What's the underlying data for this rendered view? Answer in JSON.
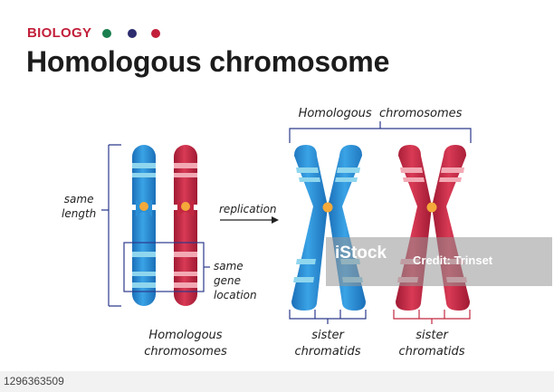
{
  "header": {
    "subject": "BIOLOGY",
    "title": "Homologous chromosome",
    "dot_colors": [
      "#1a7f4e",
      "#2c2c6e",
      "#c2203a"
    ]
  },
  "labels": {
    "same_length": "same\nlength",
    "same_gene_location": "same\ngene\nlocation",
    "replication": "replication",
    "left_caption": "Homologous\nchromosomes",
    "right_caption": "Homologous  chromosomes",
    "sister_left": "sister\nchromatids",
    "sister_right": "sister\nchromatids"
  },
  "colors": {
    "blue": "#2a8fd6",
    "blue_band": "#8fd6ee",
    "red": "#c2273f",
    "red_band": "#f2a9b4",
    "centromere": "#f4a93a",
    "bracket": "#2c3a8c"
  },
  "watermark": {
    "logo": "iStock",
    "credit": "Credit: Trinset"
  },
  "stock_id": "1296363509"
}
